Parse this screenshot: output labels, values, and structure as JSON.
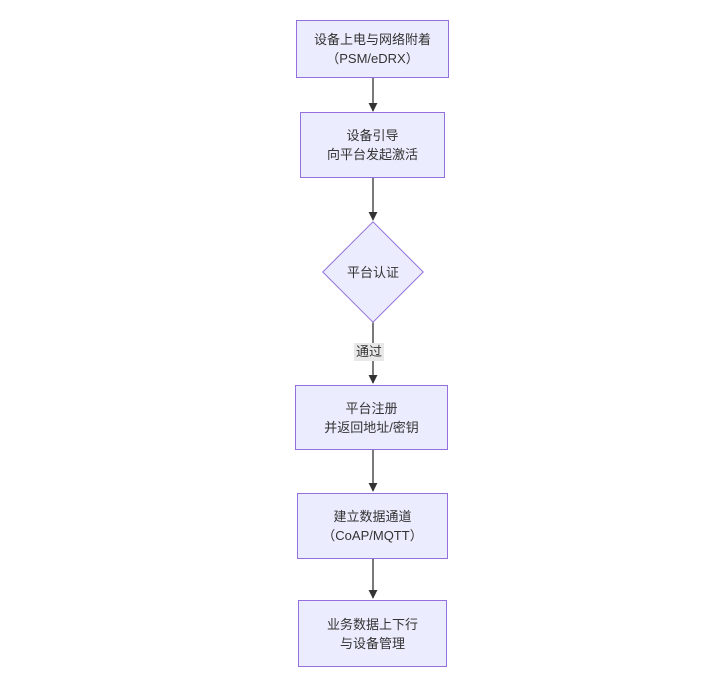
{
  "diagram": {
    "colors": {
      "canvas_bg": "#ffffff",
      "node_fill": "#ececff",
      "node_border": "#9370db",
      "line": "#333333",
      "edge_label_bg": "#e8e8e8",
      "text": "#333333"
    },
    "nodes": [
      {
        "id": "power-attach",
        "shape": "rect",
        "lines": [
          "设备上电与网络附着",
          "（PSM/eDRX）"
        ]
      },
      {
        "id": "bootstrap",
        "shape": "rect",
        "lines": [
          "设备引导",
          "向平台发起激活"
        ]
      },
      {
        "id": "platform-auth",
        "shape": "diamond",
        "lines": [
          "平台认证"
        ]
      },
      {
        "id": "platform-register",
        "shape": "rect",
        "lines": [
          "平台注册",
          "并返回地址/密钥"
        ]
      },
      {
        "id": "data-channel",
        "shape": "rect",
        "lines": [
          "建立数据通道",
          "（CoAP/MQTT）"
        ]
      },
      {
        "id": "business-data",
        "shape": "rect",
        "lines": [
          "业务数据上下行",
          "与设备管理"
        ]
      }
    ],
    "edges": [
      {
        "from": "power-attach",
        "to": "bootstrap",
        "label": ""
      },
      {
        "from": "bootstrap",
        "to": "platform-auth",
        "label": ""
      },
      {
        "from": "platform-auth",
        "to": "platform-register",
        "label": "通过"
      },
      {
        "from": "platform-register",
        "to": "data-channel",
        "label": ""
      },
      {
        "from": "data-channel",
        "to": "business-data",
        "label": ""
      }
    ]
  }
}
